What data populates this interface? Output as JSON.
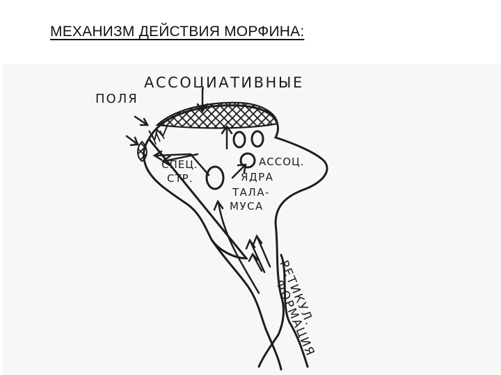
{
  "title": "МЕХАНИЗМ ДЕЙСТВИЯ МОРФИНА:",
  "diagram": {
    "labels": {
      "associative": "АССОЦИАТИВНЫЕ",
      "fields": "ПОЛЯ",
      "spec": "СПЕЦ.",
      "str": "СТР.",
      "assoc": "АССОЦ.",
      "nuclei": "ЯДРА",
      "thala": "ТАЛА-",
      "musa": "МУСА",
      "reticular": "РЕТИКУЛ.",
      "formation": "ФОРМАЦИЯ"
    },
    "colors": {
      "ink": "#1d1d1d",
      "paper": "#f7f7f7"
    }
  }
}
